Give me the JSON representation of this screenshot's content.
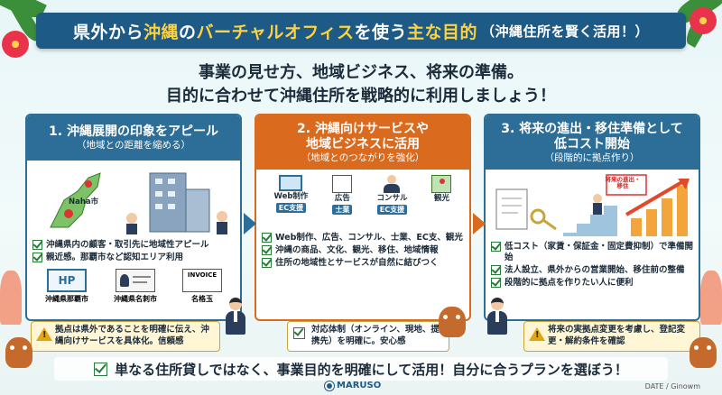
{
  "title": {
    "part1": "県外から",
    "hl1": "沖縄",
    "part2": "の",
    "hl2": "バーチャルオフィス",
    "part3": "を使う",
    "hl3": "主な目的",
    "paren": "（沖縄住所を賢く活用！）"
  },
  "subtitle": {
    "line1": "事業の見せ方、地域ビジネス、将来の準備。",
    "line2": "目的に合わせて沖縄住所を戦略的に利用しましょう！"
  },
  "panels": [
    {
      "title": "1. 沖縄展開の印象をアピール",
      "subtitle": "（地域との距離を縮める）",
      "map_label": "Naha市",
      "checks": [
        "沖縄県内の顧客・取引先に地域性アピール",
        "親近感。那覇市など認知エリア利用"
      ],
      "cards": [
        {
          "icon": "HP",
          "label": "沖縄県那覇市"
        },
        {
          "icon": "ID",
          "label": "沖縄県名刺市"
        },
        {
          "icon": "INVOICE",
          "label": "名格玉"
        }
      ],
      "note": "拠点は県外であることを明確に伝え、沖縄向けサービスを具体化。信頼感"
    },
    {
      "title": "2. 沖縄向けサービスや",
      "title2": "地域ビジネスに活用",
      "subtitle": "（地域とのつながりを強化）",
      "services": [
        {
          "label": "Web制作",
          "badge": "EC支援"
        },
        {
          "label": "広告",
          "badge": "士業"
        },
        {
          "label": "コンサル",
          "badge": "EC支援"
        },
        {
          "label": "観光",
          "badge": ""
        }
      ],
      "checks": [
        "Web制作、広告、コンサル、士業、EC支、観光",
        "沖縄の商品、文化、観光、移住、地域情報",
        "住所の地域性とサービスが自然に結びつく"
      ],
      "note": "対応体制（オンライン、現地、提携先）を明確に。安心感"
    },
    {
      "title": "3. 将来の進出・移住準備として",
      "title2": "低コスト開始",
      "subtitle": "（段階的に拠点作り）",
      "sign": "将来の進出・移住",
      "checks": [
        "低コスト（家賃・保証金・固定費抑制）で準備開始",
        "法人設立、県外からの営業開始、移住前の整備",
        "段階的に拠点を作りたい人に便利"
      ],
      "note": "将来の実拠点変更を考慮し、登記変更・解約条件を確認"
    }
  ],
  "bottom": "単なる住所貸しではなく、事業目的を明確にして活用！自分に合うプランを選ぼう！",
  "logo": "MARUSO",
  "date": "DATE / Ginowm",
  "colors": {
    "navy": "#1d5a86",
    "orange": "#d96a1e",
    "yellow": "#ffd23f",
    "check": "#2a7a3a"
  }
}
